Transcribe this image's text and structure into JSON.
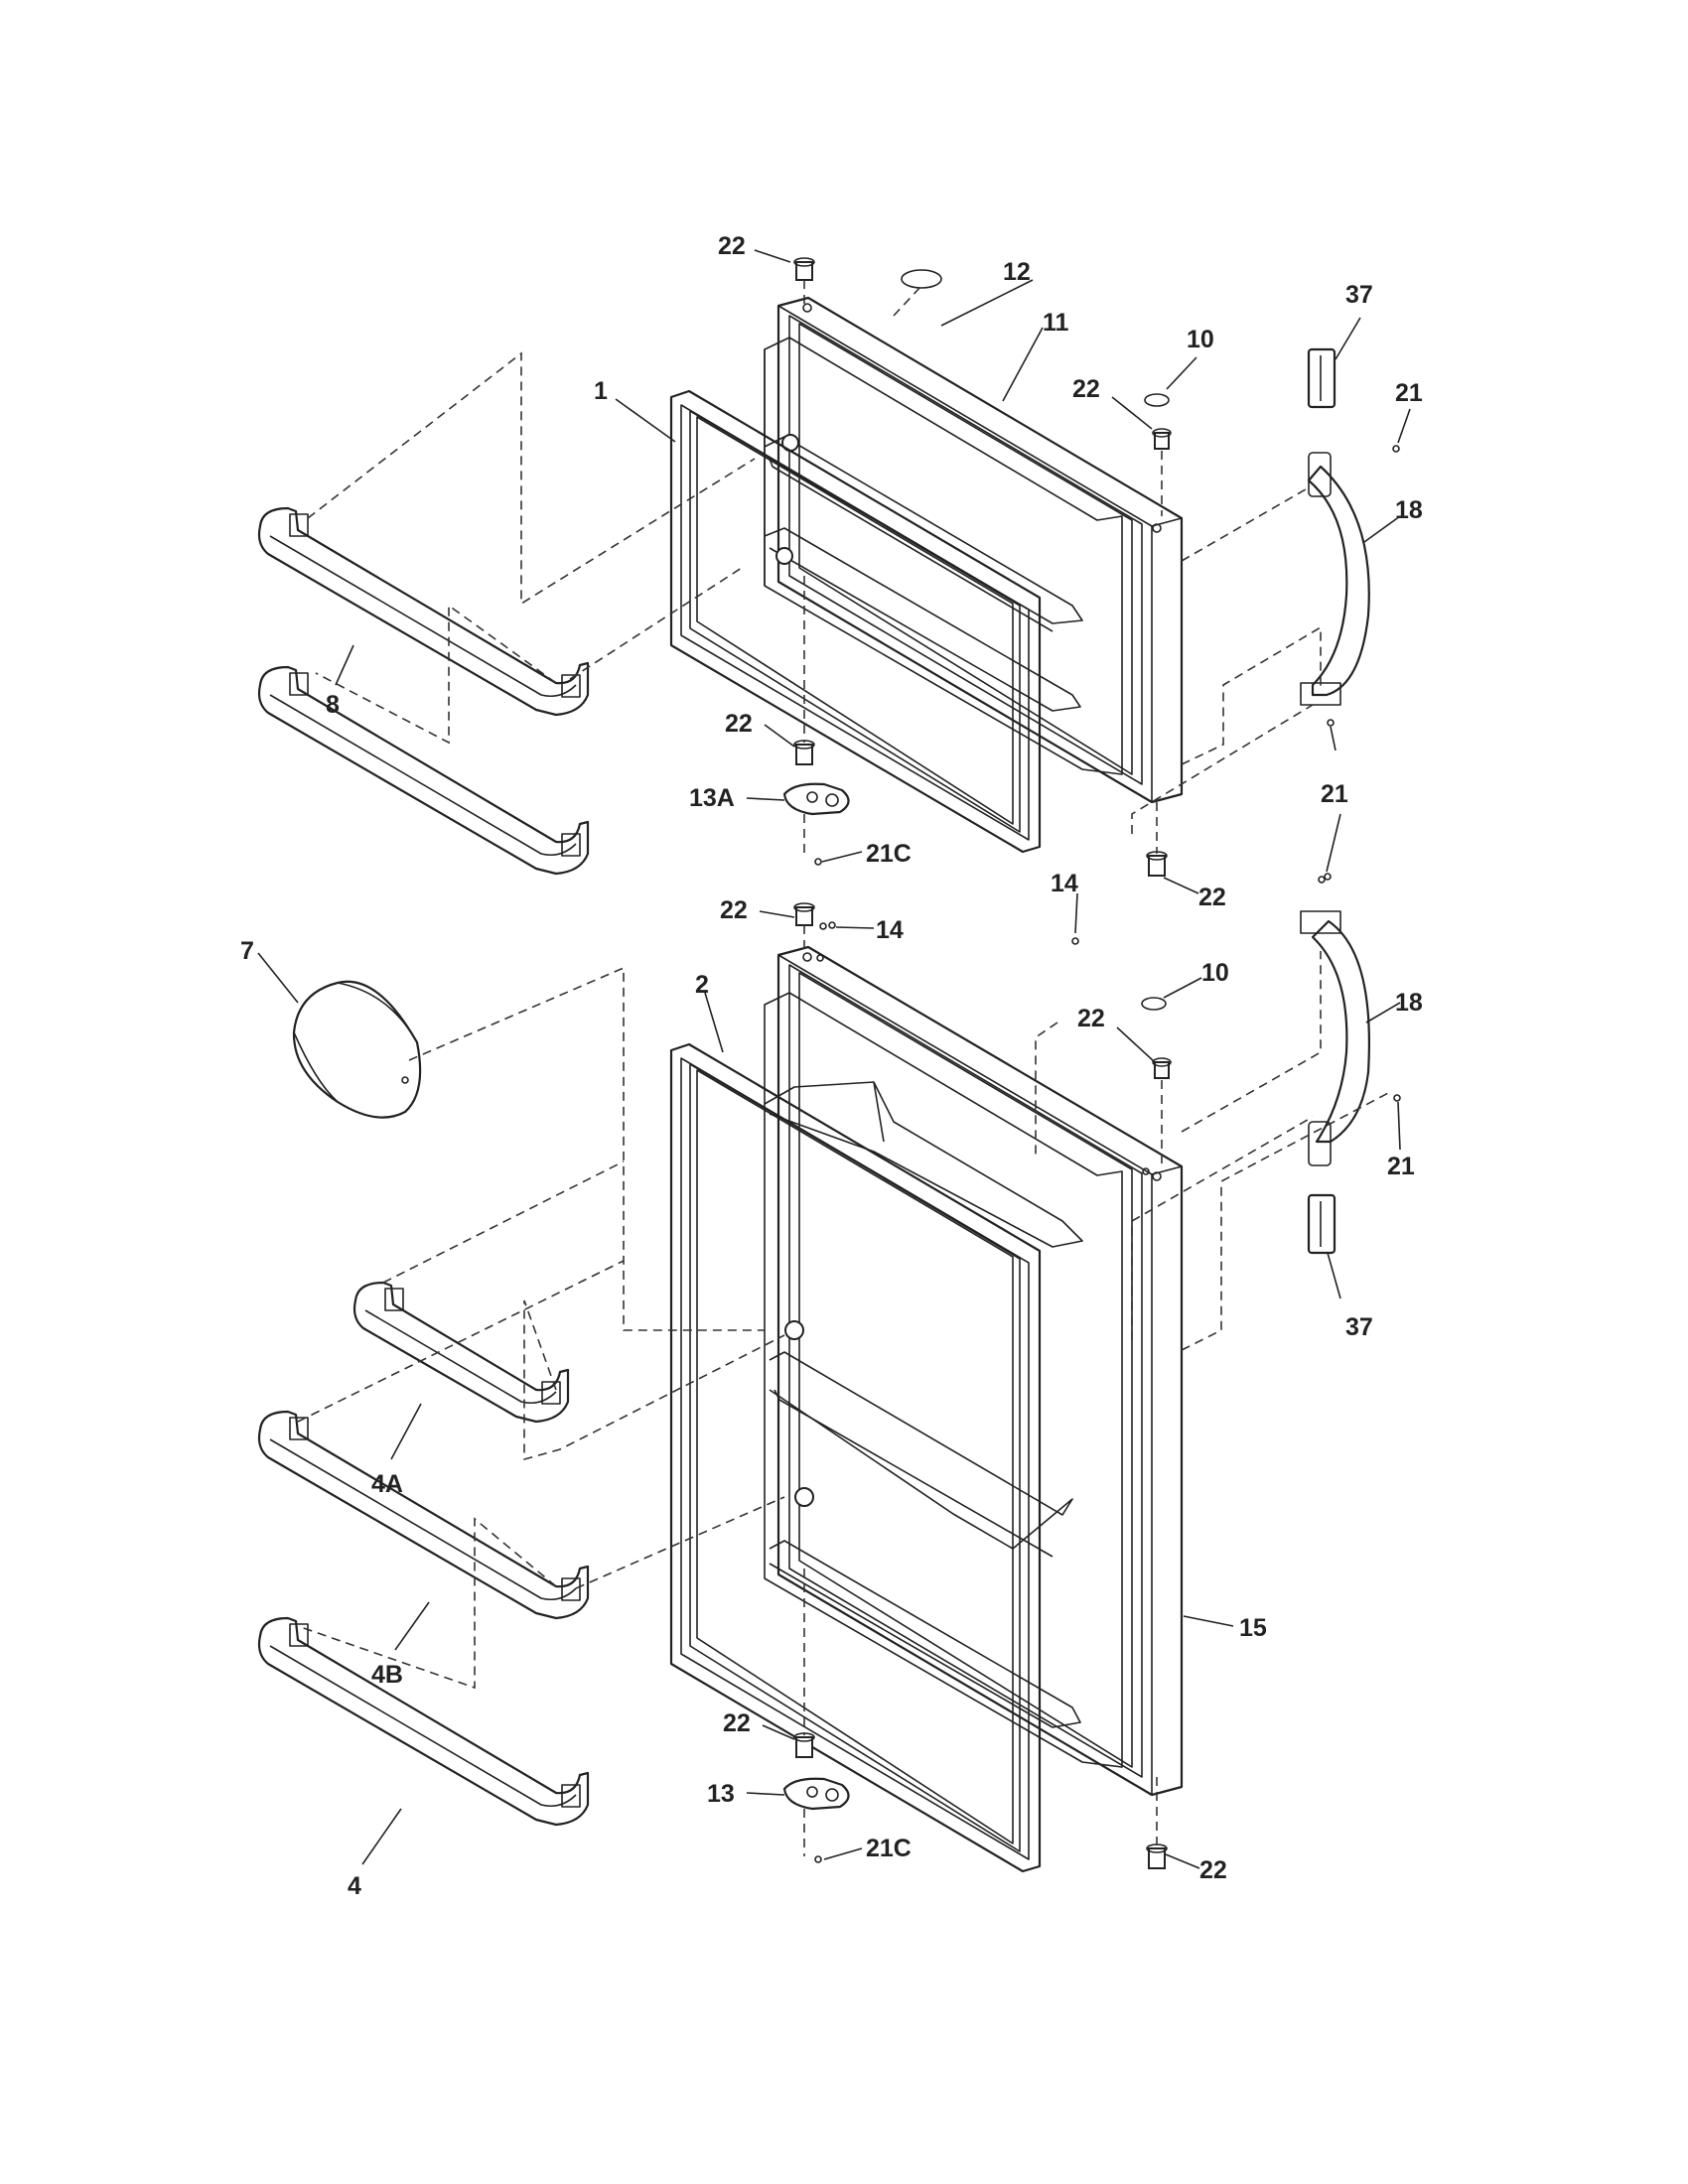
{
  "diagram": {
    "callouts": {
      "c22a": "22",
      "c12": "12",
      "c11": "11",
      "c10a": "10",
      "c22b": "22",
      "c37a": "37",
      "c21a": "21",
      "c1": "1",
      "c18a": "18",
      "c8": "8",
      "c22c": "22",
      "c21b": "21",
      "c13A": "13A",
      "c21Ca": "21C",
      "c14a": "14",
      "c22d": "22",
      "c22e": "22",
      "c14b": "14",
      "c7": "7",
      "c2": "2",
      "c10b": "10",
      "c18b": "18",
      "c22f": "22",
      "c21c": "21",
      "c37b": "37",
      "c4A": "4A",
      "c4B": "4B",
      "c15": "15",
      "c22g": "22",
      "c13": "13",
      "c21Cb": "21C",
      "c4": "4",
      "c22h": "22"
    }
  }
}
